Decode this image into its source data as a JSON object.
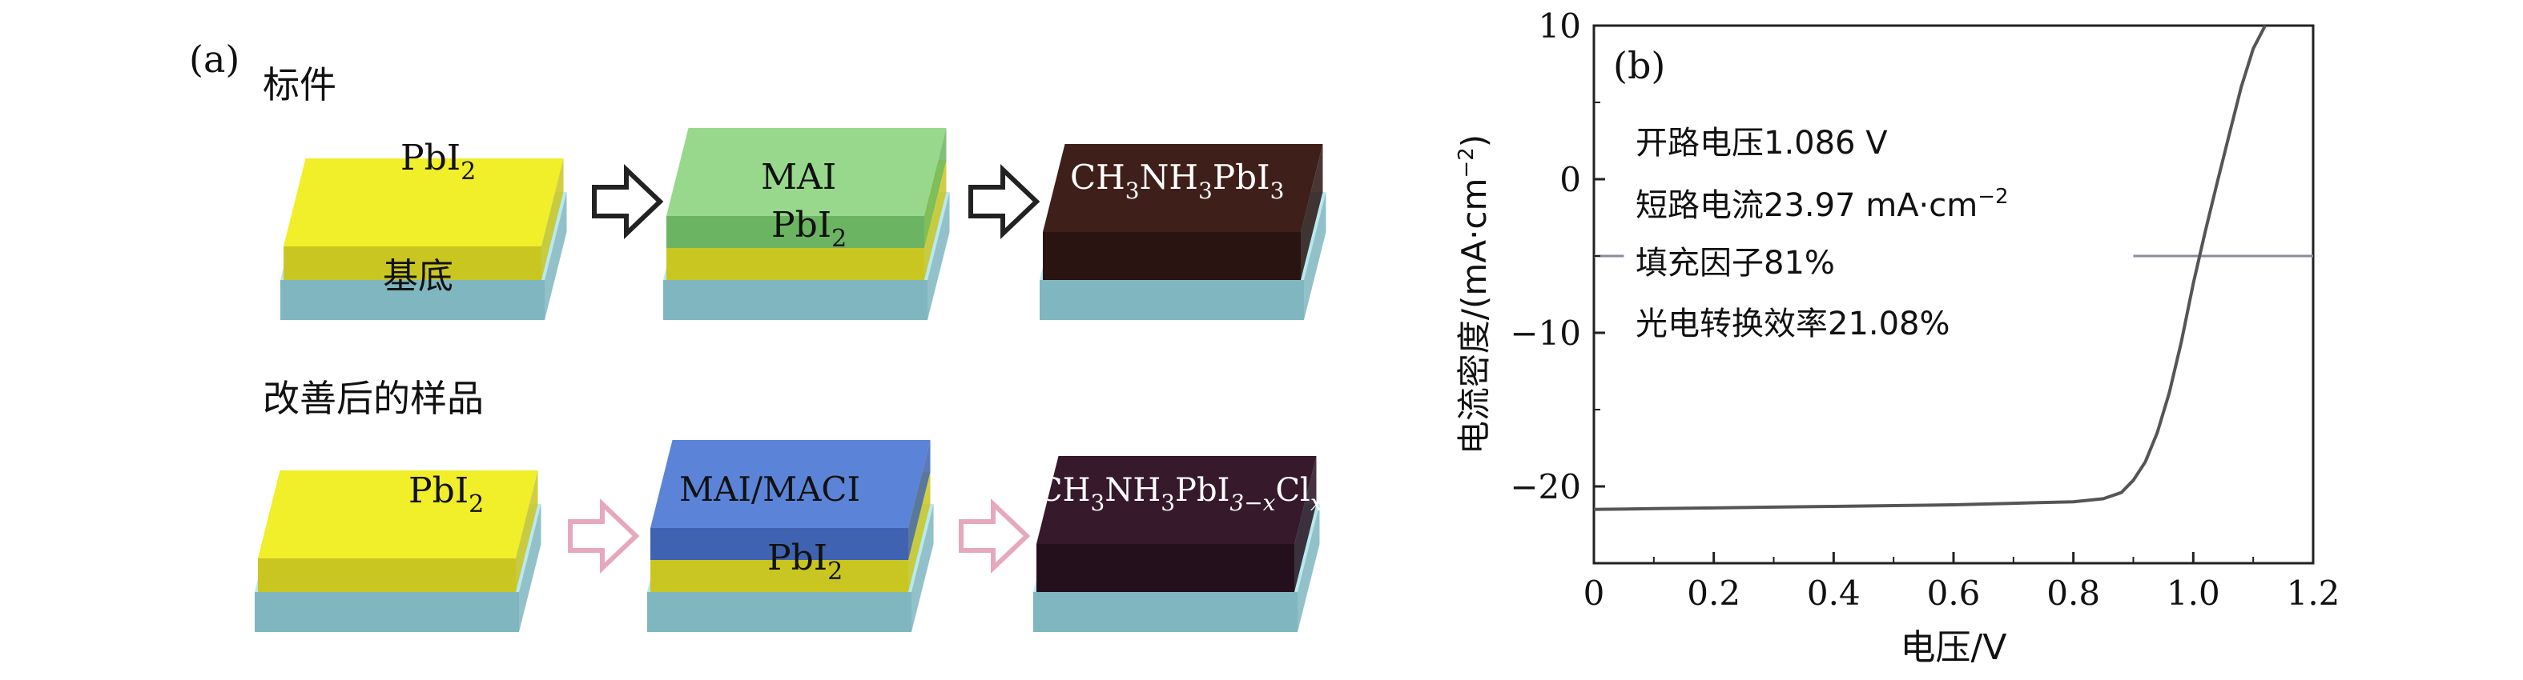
{
  "panel_a": {
    "label": "(a)",
    "row1_label": "标件",
    "row2_label": "改善后的样品",
    "row1": {
      "block1_text_main": "PbI",
      "block1_text_sub": "2",
      "substrate_label": "基底",
      "block2_top_text": "MAI",
      "block2_bottom_main": "PbI",
      "block2_bottom_sub": "2",
      "block3_parts": [
        "CH",
        "3",
        "NH",
        "3",
        "PbI",
        "3"
      ]
    },
    "row2": {
      "block1_text_main": "PbI",
      "block1_text_sub": "2",
      "block2_top_text": "MAI/MACI",
      "block2_bottom_main": "PbI",
      "block2_bottom_sub": "2",
      "block3_parts": [
        "CH",
        "3",
        "NH",
        "3",
        "PbI",
        "3−x",
        "Cl",
        "x"
      ]
    },
    "colors": {
      "pbi2_top": "#f1ee2a",
      "pbi2_side": "#c9c622",
      "substrate_top": "#b9e9ef",
      "substrate_side": "#7fb6c0",
      "mai_green_top": "#97d88c",
      "mai_green_side": "#6bb562",
      "mai_blue_top": "#5b84d8",
      "mai_blue_side": "#3f63b0",
      "perov1_top": "#3f1f1a",
      "perov1_side": "#2a1411",
      "perov2_top": "#36192b",
      "perov2_side": "#24101d",
      "arrow_row1": "#222222",
      "arrow_row2": "#e6a8bd"
    }
  },
  "panel_b": {
    "label": "(b)",
    "annotations": {
      "voc": "开路电压1.086 V",
      "jsc_main": "短路电流23.97 mA·cm",
      "jsc_sup": "−2",
      "ff": "填充因子81%",
      "pce": "光电转换效率21.08%"
    }
  },
  "chart_data": {
    "type": "line",
    "title": "",
    "xlabel": "电压/V",
    "ylabel": "电流密度/(mA·cm",
    "ylabel_sup": "−2",
    "ylabel_end": ")",
    "xlim": [
      0,
      1.2
    ],
    "ylim": [
      -25,
      10
    ],
    "xticks": [
      0,
      0.2,
      0.4,
      0.6,
      0.8,
      1.0,
      1.2
    ],
    "xtick_labels": [
      "0",
      "0.2",
      "0.4",
      "0.6",
      "0.8",
      "1.0",
      "1.2"
    ],
    "yticks": [
      10,
      0,
      -10,
      -20
    ],
    "ytick_labels": [
      "10",
      "0",
      "−10",
      "−20"
    ],
    "grid": false,
    "line_color": "#555555",
    "series": [
      {
        "x": [
          0,
          0.1,
          0.2,
          0.3,
          0.4,
          0.5,
          0.6,
          0.7,
          0.8,
          0.85,
          0.88,
          0.9,
          0.92,
          0.94,
          0.96,
          0.98,
          1.0,
          1.02,
          1.04,
          1.06,
          1.08,
          1.1,
          1.12
        ],
        "values": [
          -21.5,
          -21.45,
          -21.4,
          -21.35,
          -21.3,
          -21.25,
          -21.2,
          -21.1,
          -21.0,
          -20.8,
          -20.4,
          -19.6,
          -18.4,
          -16.5,
          -13.9,
          -10.6,
          -6.8,
          -3.4,
          -0.2,
          2.9,
          6.0,
          8.5,
          10
        ]
      }
    ],
    "reference_line": {
      "y": -5,
      "x_start": 0.9,
      "x_end": 1.2
    }
  }
}
